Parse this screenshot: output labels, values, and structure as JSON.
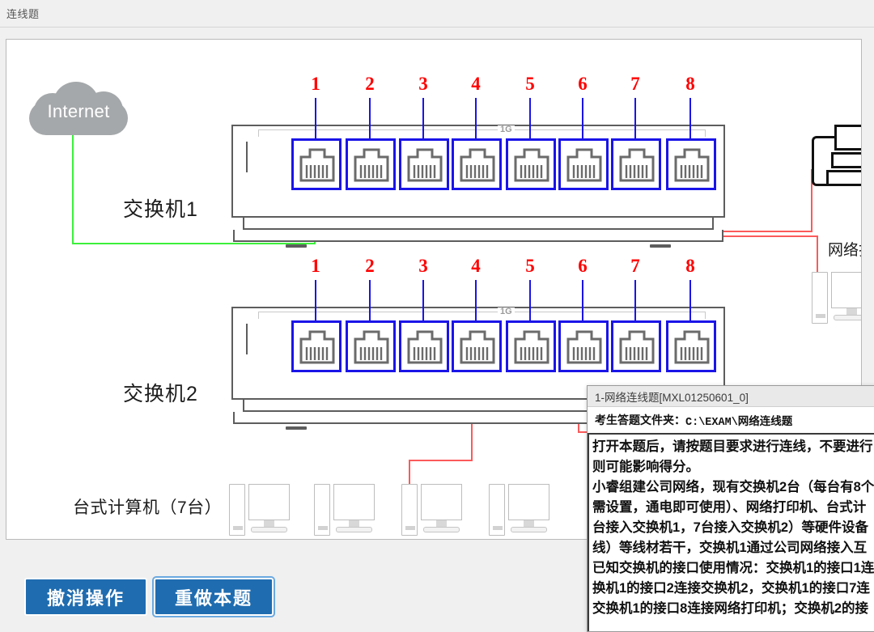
{
  "window": {
    "tab_label": "连线题"
  },
  "stage": {
    "cloud": {
      "label": "Internet",
      "color": "#a5a8aa"
    },
    "switch1": {
      "caption": "交换机1",
      "speed_label": "1G",
      "port_labels": [
        "1",
        "2",
        "3",
        "4",
        "5",
        "6",
        "7",
        "8"
      ]
    },
    "switch2": {
      "caption": "交换机2",
      "speed_label": "1G",
      "port_labels": [
        "1",
        "2",
        "3",
        "4",
        "5",
        "6",
        "7",
        "8"
      ]
    },
    "desktops": {
      "caption": "台式计算机（7台）",
      "visible_count": 4
    },
    "printer": {
      "caption": "网络打印"
    },
    "cable_colors": {
      "internet": "#3cf03c",
      "link": "#fb5a5a",
      "port_highlight": "#1a14e8",
      "port_number": "#ff0000"
    }
  },
  "toolbar": {
    "undo_label": "撤消操作",
    "redo_label": "重做本题"
  },
  "dialog": {
    "title": "1-网络连线题[MXL01250601_0]",
    "folder_label": "考生答题文件夹：",
    "folder_path": "C:\\EXAM\\网络连线题",
    "lines": [
      "打开本题后，请按题目要求进行连线，不要进行",
      "则可能影响得分。",
      "小睿组建公司网络，现有交换机2台（每台有8个",
      "需设置，通电即可使用）、网络打印机、台式计",
      "台接入交换机1，7台接入交换机2）等硬件设备",
      "线）等线材若干，交换机1通过公司网络接入互",
      "已知交换机的接口使用情况：交换机1的接口1连",
      "换机1的接口2连接交换机2，交换机1的接口7连",
      "交换机1的接口8连接网络打印机；交换机2的接"
    ]
  }
}
